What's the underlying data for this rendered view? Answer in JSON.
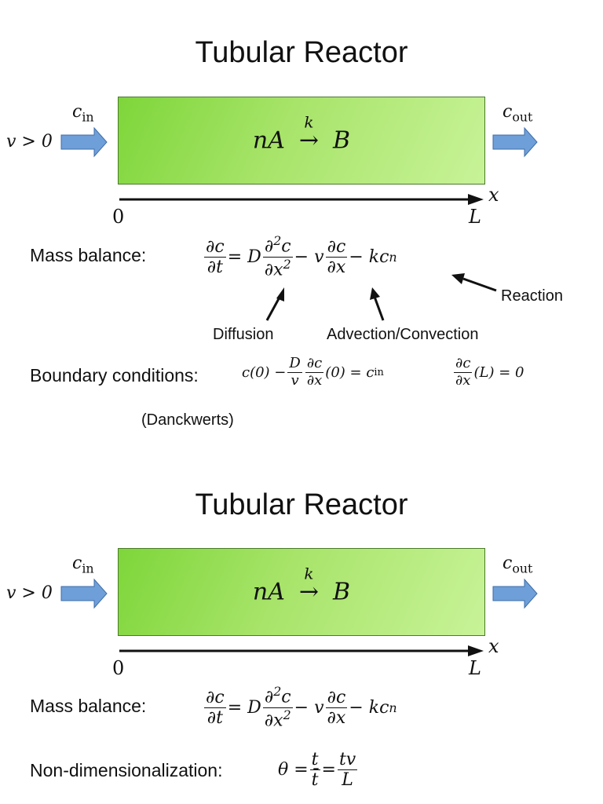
{
  "slides": [
    {
      "title": "Tubular Reactor",
      "inlet": {
        "velocity": "v > 0",
        "conc": "c",
        "conc_sub": "in"
      },
      "outlet": {
        "conc": "c",
        "conc_sub": "out"
      },
      "reaction": {
        "lhs": "nA",
        "rate": "k",
        "rhs": "B"
      },
      "axis": {
        "var": "x",
        "start": "0",
        "end": "L"
      },
      "mass_balance_label": "Mass balance:",
      "equation": {
        "dc": "∂c",
        "dt": "∂t",
        "eq_D": "= D",
        "d2c": "∂",
        "d2c_sup": "2",
        "d2c_c": "c",
        "dx2": "∂x",
        "dx2_sup": "2",
        "minus_v": "− v",
        "dc2": "∂c",
        "dx": "∂x",
        "minus_k": "− kc",
        "n": "n"
      },
      "annotations": {
        "reaction": "Reaction",
        "diffusion": "Diffusion",
        "advection": "Advection/Convection"
      },
      "bc_label": "Boundary conditions:",
      "bc1": {
        "c0": "c(0) −",
        "D": "D",
        "v": "v",
        "dc": "∂c",
        "dx": "∂x",
        "rest": "(0) = c",
        "sub": "in"
      },
      "bc2": {
        "dc": "∂c",
        "dx": "∂x",
        "rest": "(L) = 0"
      },
      "bc_note": "(Danckwerts)"
    },
    {
      "title": "Tubular Reactor",
      "inlet": {
        "velocity": "v > 0",
        "conc": "c",
        "conc_sub": "in"
      },
      "outlet": {
        "conc": "c",
        "conc_sub": "out"
      },
      "reaction": {
        "lhs": "nA",
        "rate": "k",
        "rhs": "B"
      },
      "axis": {
        "var": "x",
        "start": "0",
        "end": "L"
      },
      "mass_balance_label": "Mass balance:",
      "equation": {
        "dc": "∂c",
        "dt": "∂t",
        "eq_D": "= D",
        "d2c": "∂",
        "d2c_sup": "2",
        "d2c_c": "c",
        "dx2": "∂x",
        "dx2_sup": "2",
        "minus_v": "− v",
        "dc2": "∂c",
        "dx": "∂x",
        "minus_k": "− kc",
        "n": "n"
      },
      "nondim_label": "Non-dimensionalization:",
      "nondim": {
        "theta": "θ =",
        "t": "t",
        "tbar": "t̄",
        "eq": "=",
        "tv": "tv",
        "L": "L"
      }
    }
  ],
  "colors": {
    "arrow_fill": "#6f9fd8",
    "arrow_stroke": "#3d6ea8",
    "reactor_border": "#4a7a2a"
  }
}
